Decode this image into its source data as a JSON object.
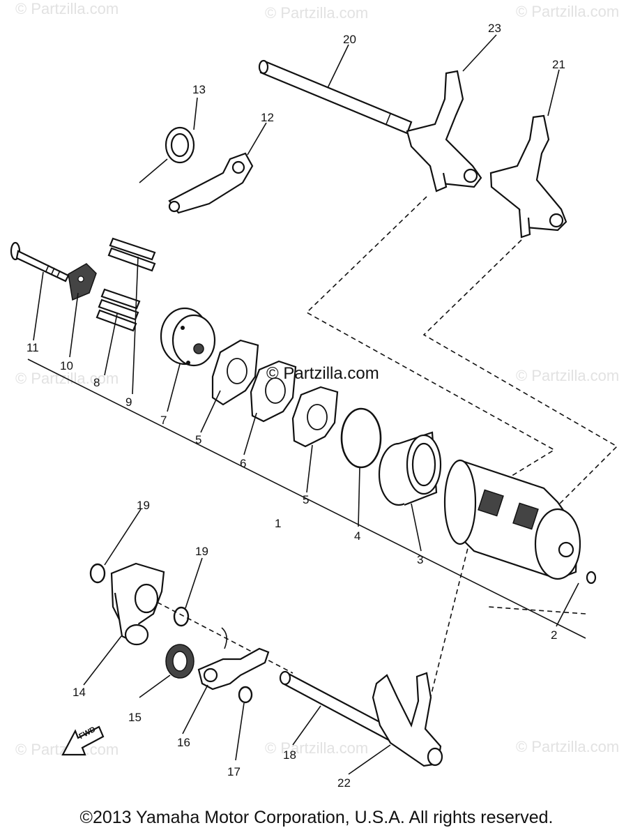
{
  "watermarks": {
    "corner_text": "© Partzilla.com",
    "center_text": "© Partzilla.com"
  },
  "callouts": [
    "1",
    "2",
    "3",
    "4",
    "5",
    "5",
    "6",
    "7",
    "8",
    "9",
    "10",
    "11",
    "12",
    "13",
    "14",
    "15",
    "16",
    "17",
    "18",
    "19",
    "19",
    "20",
    "21",
    "22",
    "23"
  ],
  "fwd_label": "FWD",
  "copyright": "©2013 Yamaha Motor Corporation, U.S.A. All rights reserved."
}
